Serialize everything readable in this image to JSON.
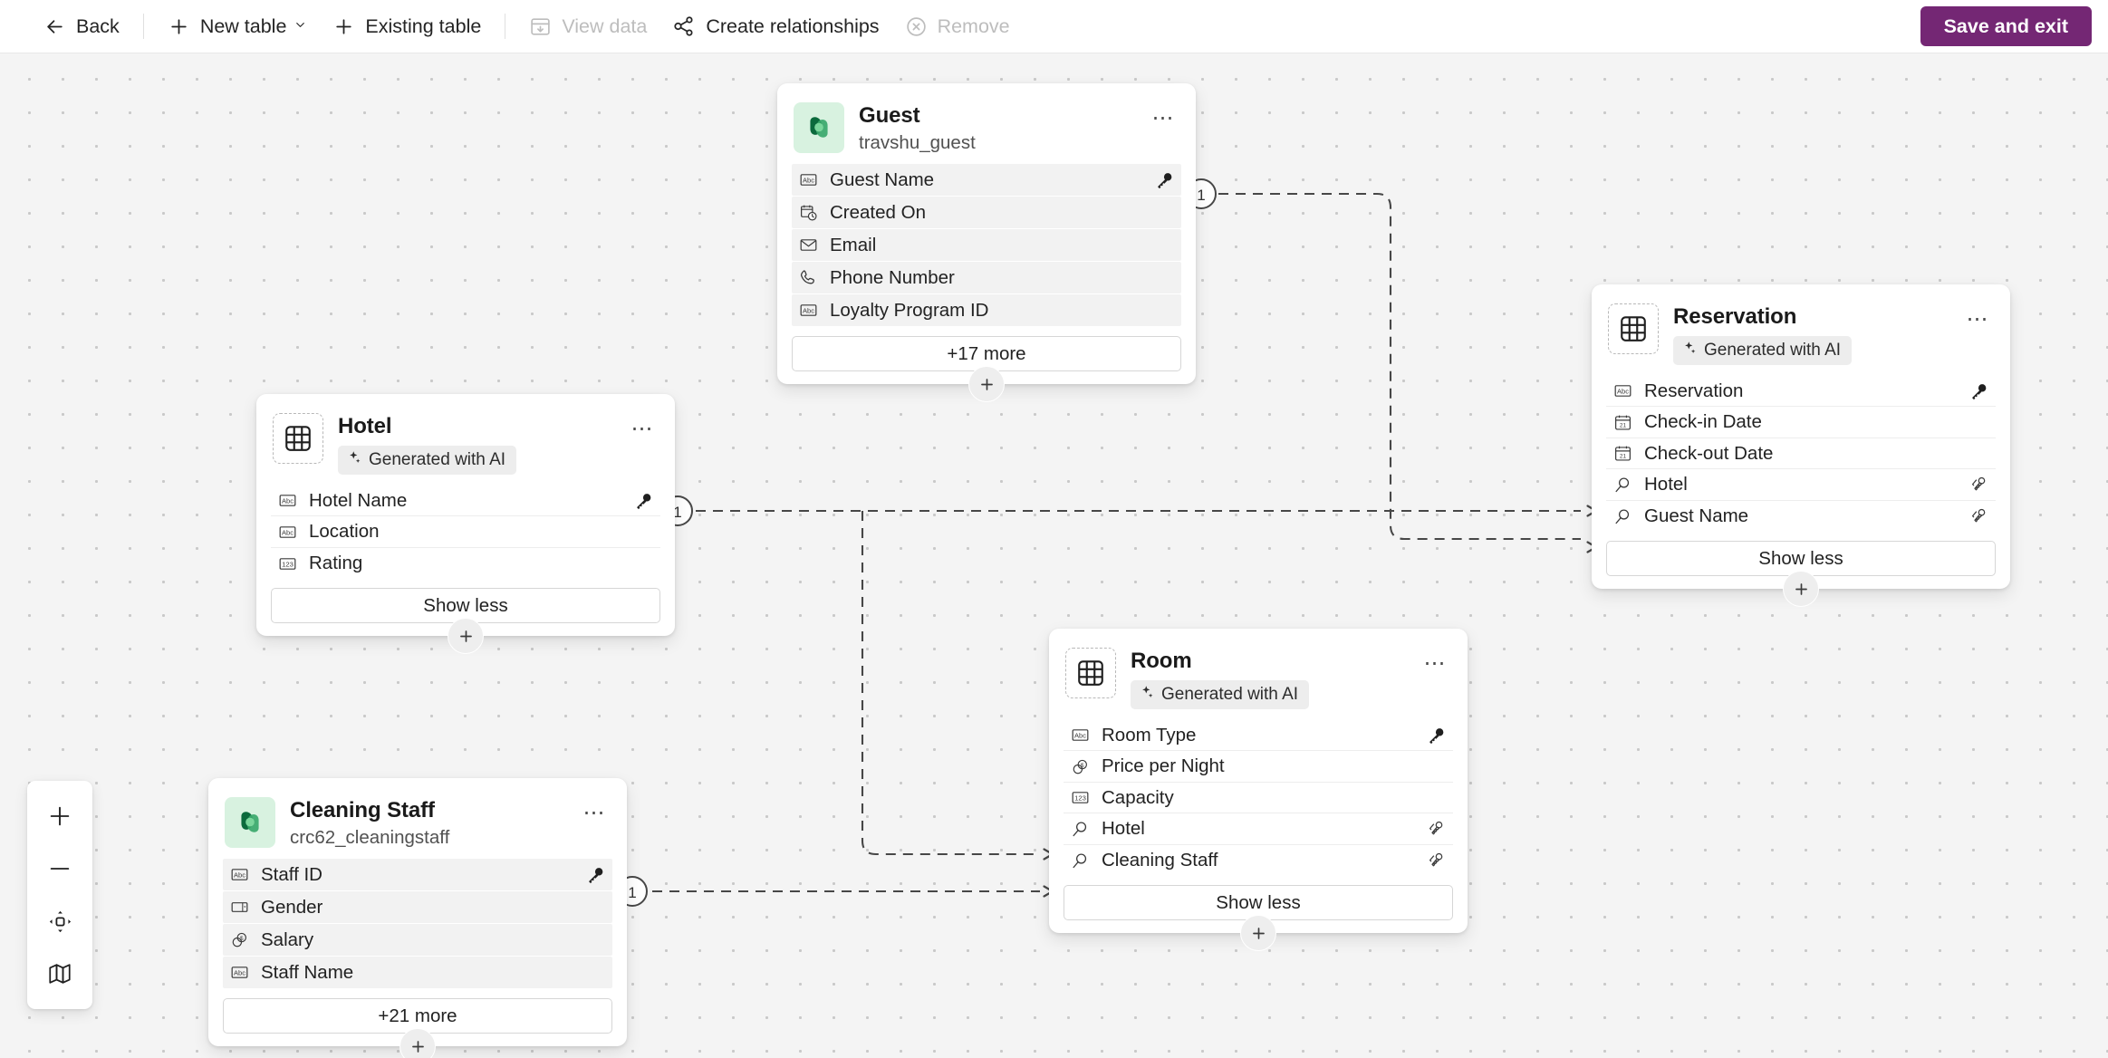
{
  "toolbar": {
    "back_label": "Back",
    "new_table_label": "New table",
    "existing_table_label": "Existing table",
    "view_data_label": "View data",
    "create_relationships_label": "Create relationships",
    "remove_label": "Remove",
    "save_exit_label": "Save and exit",
    "accent_color": "#742774",
    "disabled_color": "#bdbdbd",
    "icons": {
      "back": "arrow-left-icon",
      "new_table": "plus-icon",
      "new_table_caret": "chevron-down-icon",
      "existing_table": "plus-icon",
      "view_data": "table-import-icon",
      "create_relationships": "relationship-graph-icon",
      "remove": "circle-x-icon"
    }
  },
  "canvas": {
    "background_color": "#f4f4f4",
    "dot_color": "#c9c9c9",
    "ai_badge_label": "Generated with AI",
    "show_less_label": "Show less",
    "add_row_icon": "plus-icon",
    "overflow_icon": "more-horizontal-icon"
  },
  "zoom_dock": {
    "zoom_in_label": "zoom-in",
    "zoom_out_label": "zoom-out",
    "fit_label": "fit-to-view",
    "minimap_label": "minimap"
  },
  "tables": [
    {
      "name": "Guest",
      "logical_name": "travshu_guest",
      "icon": "dataverse-icon",
      "ai_generated": false,
      "row_style": "filled",
      "footer_label": "+17 more",
      "columns": [
        {
          "label": "Guest Name",
          "type_icon": "text-abc-icon",
          "key": "primary"
        },
        {
          "label": "Created On",
          "type_icon": "date-time-icon",
          "key": "none"
        },
        {
          "label": "Email",
          "type_icon": "email-icon",
          "key": "none"
        },
        {
          "label": "Phone Number",
          "type_icon": "phone-icon",
          "key": "none"
        },
        {
          "label": "Loyalty Program ID",
          "type_icon": "text-abc-icon",
          "key": "none"
        }
      ]
    },
    {
      "name": "Hotel",
      "logical_name": "",
      "icon": "table-grid-icon",
      "ai_generated": true,
      "row_style": "lined",
      "footer_label": "Show less",
      "columns": [
        {
          "label": "Hotel Name",
          "type_icon": "text-abc-icon",
          "key": "primary"
        },
        {
          "label": "Location",
          "type_icon": "text-abc-icon",
          "key": "none"
        },
        {
          "label": "Rating",
          "type_icon": "number-123-icon",
          "key": "none"
        }
      ]
    },
    {
      "name": "Reservation",
      "logical_name": "",
      "icon": "table-grid-icon",
      "ai_generated": true,
      "row_style": "lined",
      "footer_label": "Show less",
      "columns": [
        {
          "label": "Reservation",
          "type_icon": "text-abc-icon",
          "key": "primary"
        },
        {
          "label": "Check-in Date",
          "type_icon": "calendar-icon",
          "key": "none"
        },
        {
          "label": "Check-out Date",
          "type_icon": "calendar-icon",
          "key": "none"
        },
        {
          "label": "Hotel",
          "type_icon": "lookup-icon",
          "key": "foreign"
        },
        {
          "label": "Guest Name",
          "type_icon": "lookup-icon",
          "key": "foreign"
        }
      ]
    },
    {
      "name": "Room",
      "logical_name": "",
      "icon": "table-grid-icon",
      "ai_generated": true,
      "row_style": "lined",
      "footer_label": "Show less",
      "columns": [
        {
          "label": "Room Type",
          "type_icon": "text-abc-icon",
          "key": "primary"
        },
        {
          "label": "Price per Night",
          "type_icon": "currency-icon",
          "key": "none"
        },
        {
          "label": "Capacity",
          "type_icon": "number-123-icon",
          "key": "none"
        },
        {
          "label": "Hotel",
          "type_icon": "lookup-icon",
          "key": "foreign"
        },
        {
          "label": "Cleaning Staff",
          "type_icon": "lookup-icon",
          "key": "foreign"
        }
      ]
    },
    {
      "name": "Cleaning Staff",
      "logical_name": "crc62_cleaningstaff",
      "icon": "dataverse-icon",
      "ai_generated": false,
      "row_style": "filled",
      "footer_label": "+21 more",
      "columns": [
        {
          "label": "Staff ID",
          "type_icon": "text-abc-icon",
          "key": "primary"
        },
        {
          "label": "Gender",
          "type_icon": "choice-icon",
          "key": "none"
        },
        {
          "label": "Salary",
          "type_icon": "currency-icon",
          "key": "none"
        },
        {
          "label": "Staff Name",
          "type_icon": "text-abc-icon",
          "key": "none"
        }
      ]
    }
  ],
  "relationships": [
    {
      "from": "Guest.Guest Name",
      "to": "Reservation.Guest Name",
      "from_cardinality": "1",
      "to_cardinality": "many"
    },
    {
      "from": "Hotel.Hotel Name",
      "to": "Reservation.Hotel",
      "from_cardinality": "1",
      "to_cardinality": "many"
    },
    {
      "from": "Hotel.Hotel Name",
      "to": "Room.Hotel",
      "from_cardinality": "1",
      "to_cardinality": "many"
    },
    {
      "from": "Cleaning Staff.Staff ID",
      "to": "Room.Cleaning Staff",
      "from_cardinality": "1",
      "to_cardinality": "many"
    }
  ]
}
